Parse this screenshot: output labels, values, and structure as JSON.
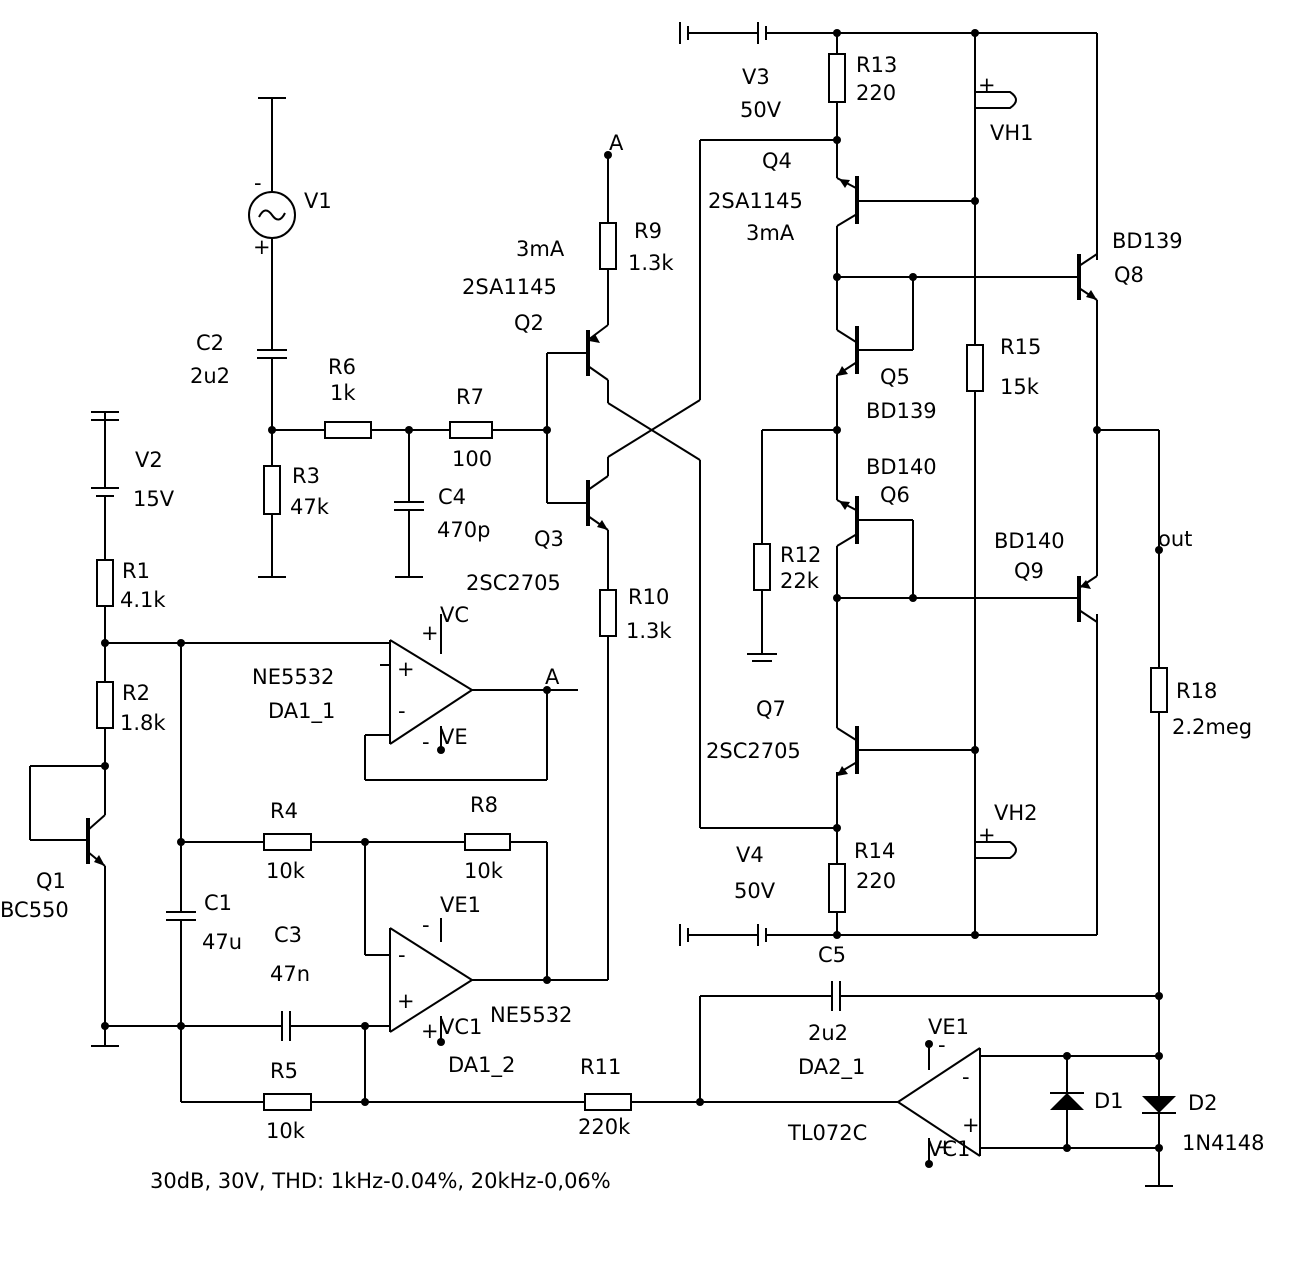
{
  "footnote": "30dB, 30V, THD: 1kHz-0.04%, 20kHz-0,06%",
  "components": {
    "V1": {
      "name": "V1"
    },
    "V2": {
      "name": "V2",
      "value": "15V"
    },
    "V3": {
      "name": "V3",
      "value": "50V"
    },
    "V4": {
      "name": "V4",
      "value": "50V"
    },
    "C1": {
      "name": "C1",
      "value": "47u"
    },
    "C2": {
      "name": "C2",
      "value": "2u2"
    },
    "C3": {
      "name": "C3",
      "value": "47n"
    },
    "C4": {
      "name": "C4",
      "value": "470p"
    },
    "C5": {
      "name": "C5",
      "value": "2u2"
    },
    "R1": {
      "name": "R1",
      "value": "4.1k"
    },
    "R2": {
      "name": "R2",
      "value": "1.8k"
    },
    "R3": {
      "name": "R3",
      "value": "47k"
    },
    "R4": {
      "name": "R4",
      "value": "10k"
    },
    "R5": {
      "name": "R5",
      "value": "10k"
    },
    "R6": {
      "name": "R6",
      "value": "1k"
    },
    "R7": {
      "name": "R7",
      "value": "100"
    },
    "R8": {
      "name": "R8",
      "value": "10k"
    },
    "R9": {
      "name": "R9",
      "value": "1.3k"
    },
    "R10": {
      "name": "R10",
      "value": "1.3k"
    },
    "R11": {
      "name": "R11",
      "value": "220k"
    },
    "R12": {
      "name": "R12",
      "value": "22k"
    },
    "R13": {
      "name": "R13",
      "value": "220"
    },
    "R14": {
      "name": "R14",
      "value": "220"
    },
    "R15": {
      "name": "R15",
      "value": "15k"
    },
    "R18": {
      "name": "R18",
      "value": "2.2meg"
    },
    "Q1": {
      "name": "Q1",
      "part": "BC550"
    },
    "Q2": {
      "name": "Q2",
      "part": "2SA1145",
      "current": "3mA"
    },
    "Q3": {
      "name": "Q3",
      "part": "2SC2705"
    },
    "Q4": {
      "name": "Q4",
      "part": "2SA1145",
      "current": "3mA"
    },
    "Q5": {
      "name": "Q5",
      "part": "BD139"
    },
    "Q6": {
      "name": "Q6",
      "part": "BD140"
    },
    "Q7": {
      "name": "Q7",
      "part": "2SC2705"
    },
    "Q8": {
      "name": "Q8",
      "part": "BD139"
    },
    "Q9": {
      "name": "Q9",
      "part": "BD140"
    },
    "DA1_1": {
      "name": "DA1_1",
      "part": "NE5532"
    },
    "DA1_2": {
      "name": "DA1_2",
      "part": "NE5532"
    },
    "DA2_1": {
      "name": "DA2_1",
      "part": "TL072C"
    },
    "D1": {
      "name": "D1"
    },
    "D2": {
      "name": "D2",
      "part": "1N4148"
    },
    "VH1": {
      "name": "VH1"
    },
    "VH2": {
      "name": "VH2"
    }
  },
  "nets": {
    "A": "A",
    "VC": "VC",
    "VE": "VE",
    "VE1": "VE1",
    "VC1": "VC1",
    "out": "out"
  },
  "pin_signs": {
    "plus": "+",
    "minus": "-"
  }
}
